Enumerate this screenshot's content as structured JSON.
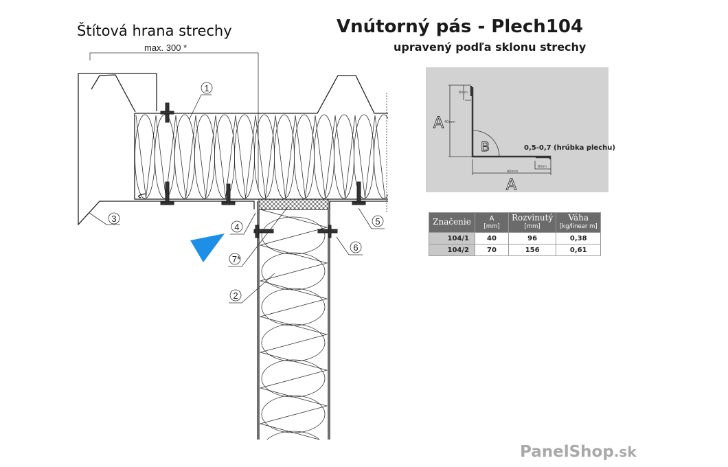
{
  "title": "Štítová hrana strechy",
  "dimension_label": "max. 300 *",
  "heading": "Vnútorný pás - Plech104",
  "subheading": "upravený podľa sklonu strechy",
  "callouts": [
    "1",
    "2",
    "3",
    "4",
    "5",
    "6",
    "7*"
  ],
  "profile_detail": {
    "label_a": "A",
    "label_b": "B",
    "dim_40": "40mm",
    "dim_8": "8mm",
    "thickness_note": "0,5-0,7 (hrúbka plechu)",
    "background": "#d2d2d2"
  },
  "table": {
    "headers": [
      {
        "name": "Značenie",
        "unit": ""
      },
      {
        "name": "A",
        "unit": "[mm]"
      },
      {
        "name": "Rozvinutý",
        "unit": "[mm]"
      },
      {
        "name": "Váha",
        "unit": "[kg/linear m]"
      }
    ],
    "rows": [
      [
        "104/1",
        "40",
        "96",
        "0,38"
      ],
      [
        "104/2",
        "70",
        "156",
        "0,61"
      ]
    ]
  },
  "logo": {
    "main": "PanelShop",
    "suffix": ".sk"
  },
  "colors": {
    "cursor": "#1e8fe6",
    "header_bg": "#6b6b6b"
  }
}
